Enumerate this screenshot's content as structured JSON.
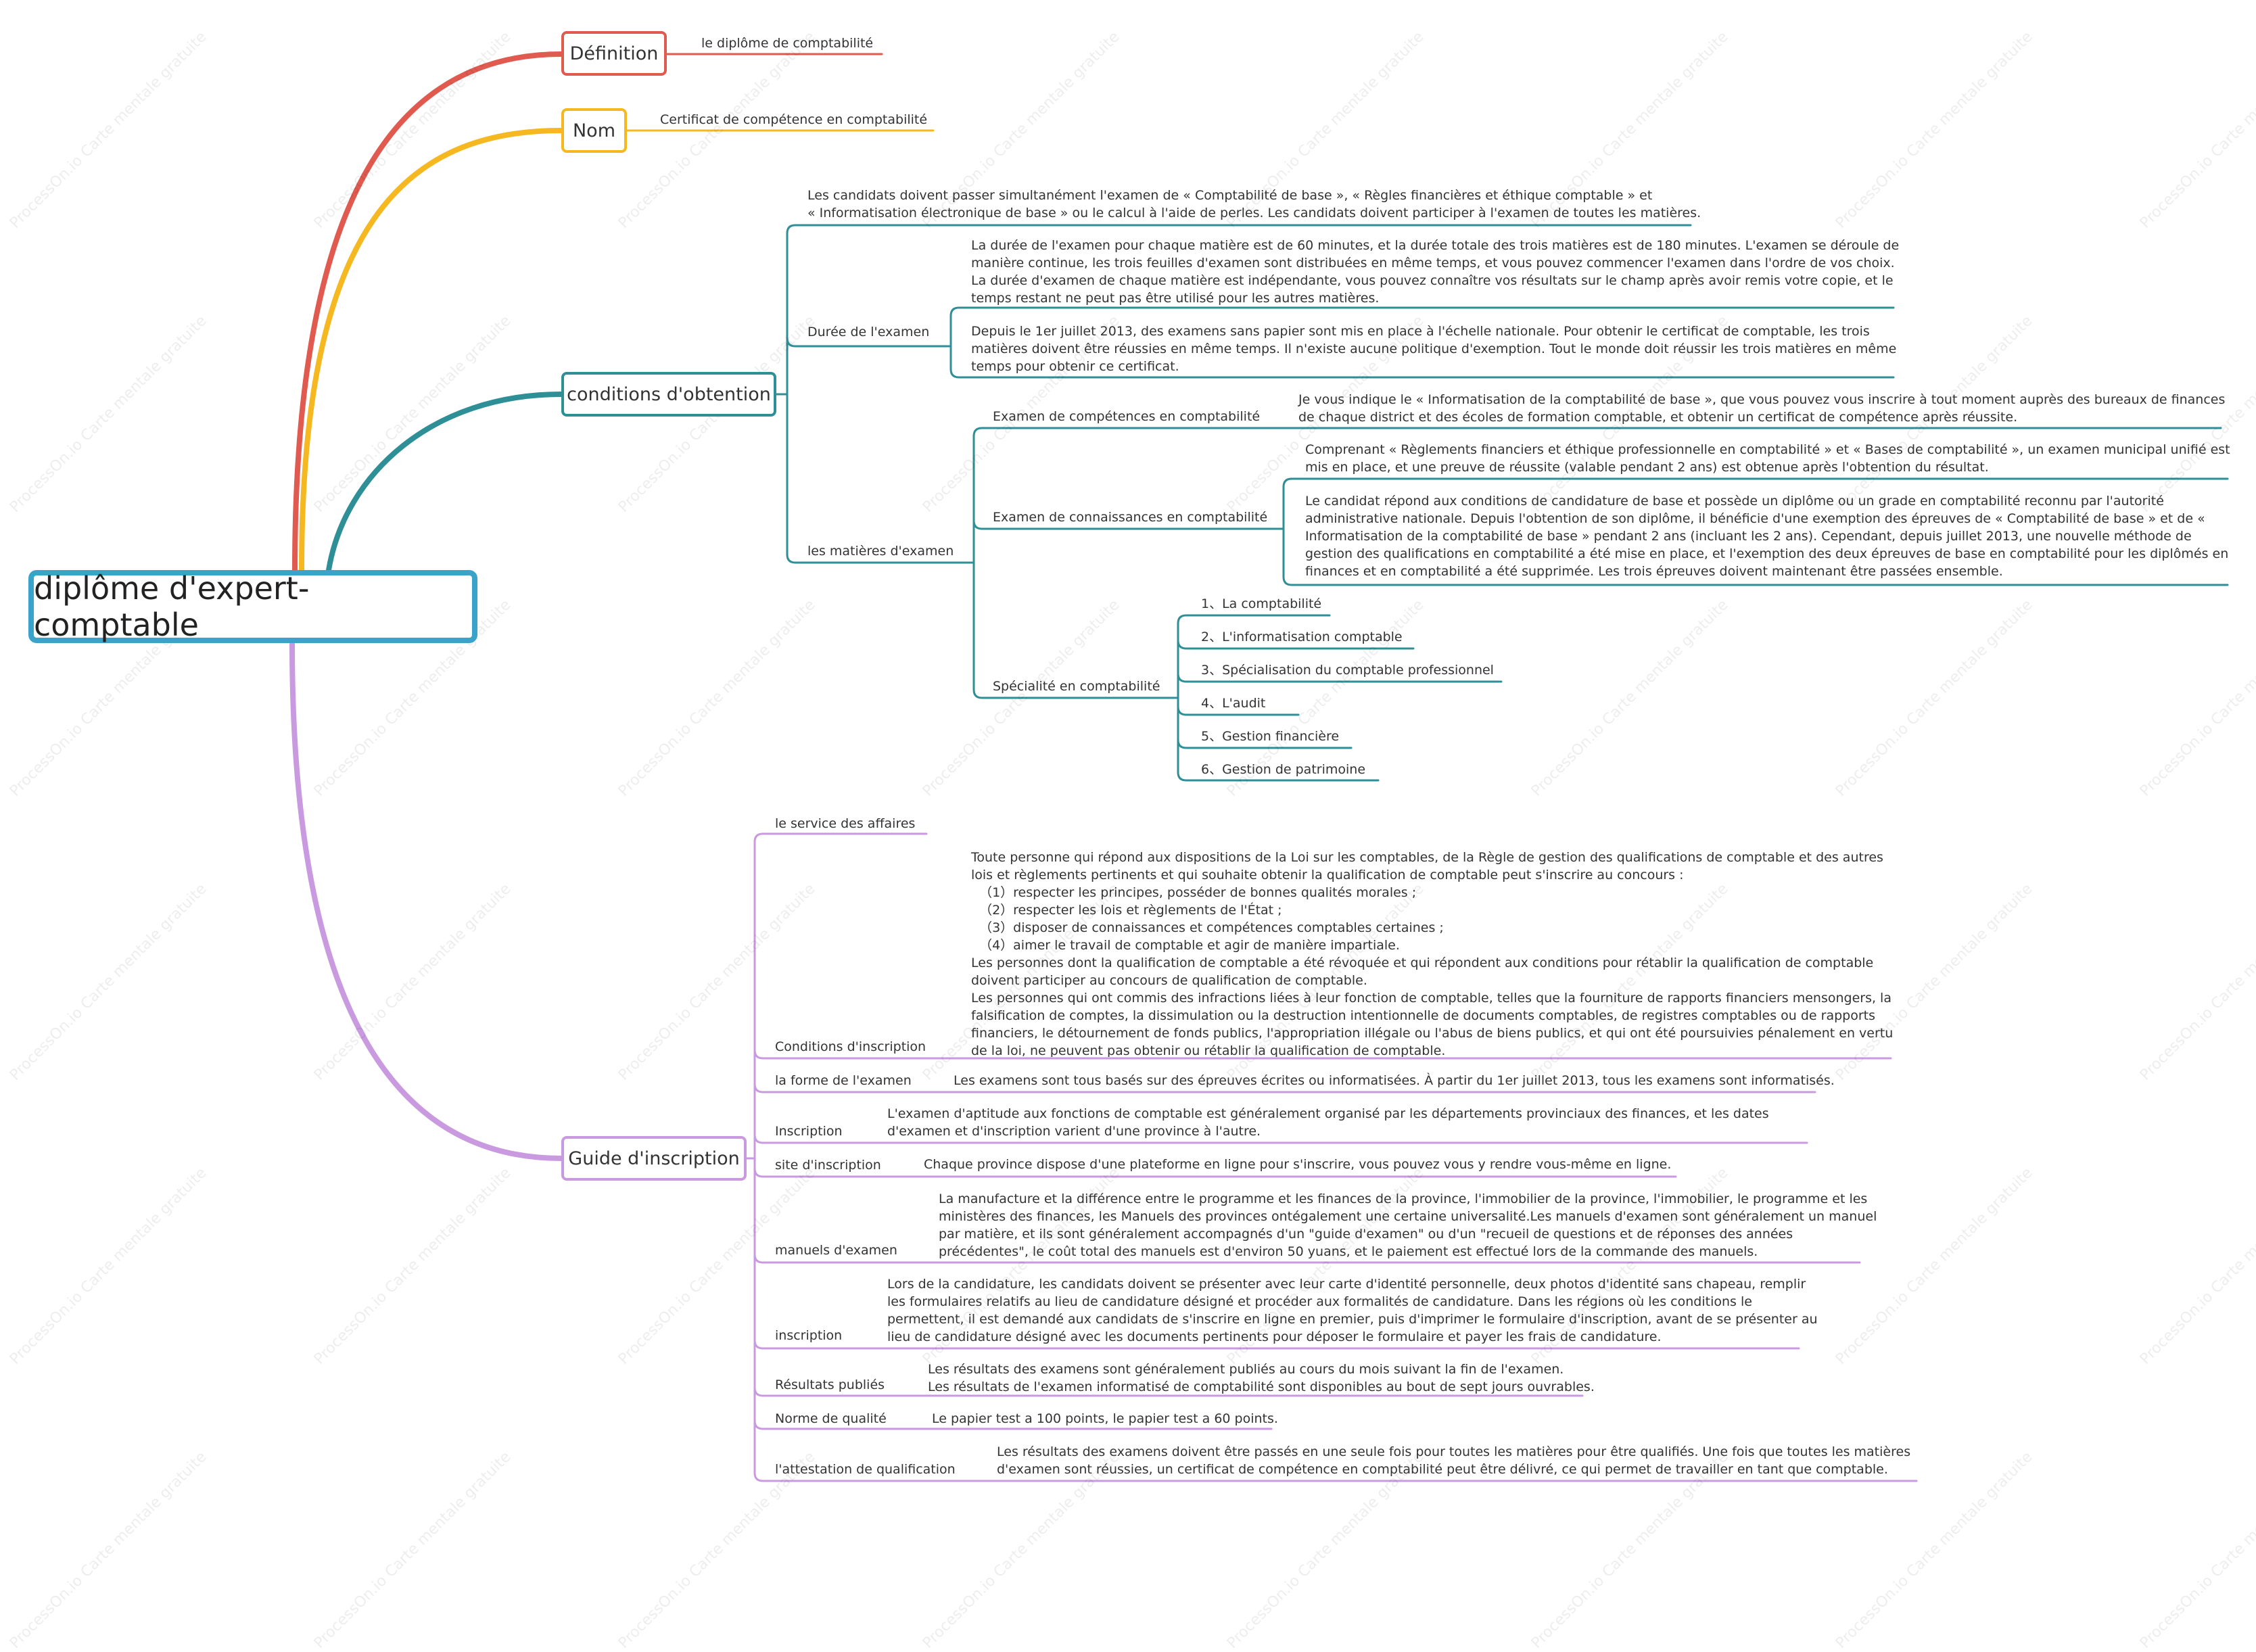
{
  "root": "diplôme d'expert-comptable",
  "watermark": "ProcessOn.io Carte mentale gratuite",
  "colors": {
    "root": "#3aa3c9",
    "definition": "#e05a4f",
    "nom": "#f5b820",
    "conditions": "#2e8f97",
    "guide": "#c99ae0"
  },
  "definition": {
    "label": "Définition",
    "value": "le diplôme de comptabilité"
  },
  "nom": {
    "label": "Nom",
    "value": "Certificat de compétence en comptabilité"
  },
  "conditions": {
    "label": "conditions d'obtention",
    "intro": "Les candidats doivent passer simultanément l'examen de « Comptabilité de base », « Règles financières et éthique comptable » et\n« Informatisation électronique de base » ou le calcul à l'aide de perles. Les candidats doivent participer à l'examen de toutes les matières.",
    "duree": {
      "label": "Durée de l'examen",
      "text1": "La durée de l'examen pour chaque matière est de 60 minutes, et la durée totale des trois matières est de 180 minutes. L'examen se déroule de\nmanière continue, les trois feuilles d'examen sont distribuées en même temps, et vous pouvez commencer l'examen dans l'ordre de vos choix.\nLa durée d'examen de chaque matière est indépendante, vous pouvez connaître vos résultats sur le champ après avoir remis votre copie, et le\ntemps restant ne peut pas être utilisé pour les autres matières.",
      "text2": "Depuis le 1er juillet 2013, des examens sans papier sont mis en place à l'échelle nationale. Pour obtenir le certificat de comptable, les trois\nmatières doivent être réussies en même temps. Il n'existe aucune politique d'exemption. Tout le monde doit réussir les trois matières en même\ntemps pour obtenir ce certificat."
    },
    "matieres": {
      "label": "les matières d'examen",
      "competences": {
        "label": "Examen de compétences en comptabilité",
        "text": "Je vous indique le « Informatisation de la comptabilité de base », que vous pouvez vous inscrire à tout moment auprès des bureaux de finances\nde chaque district et des écoles de formation comptable, et obtenir un certificat de compétence après réussite."
      },
      "connaissances": {
        "label": "Examen de connaissances en comptabilité",
        "text1": "Comprenant « Règlements financiers et éthique professionnelle en comptabilité » et « Bases de comptabilité », un examen municipal unifié est\nmis en place, et une preuve de réussite (valable pendant 2 ans) est obtenue après l'obtention du résultat.",
        "text2": "Le candidat répond aux conditions de candidature de base et possède un diplôme ou un grade en comptabilité reconnu par l'autorité\nadministrative nationale. Depuis l'obtention de son diplôme, il bénéficie d'une exemption des épreuves de « Comptabilité de base » et de «\nInformatisation de la comptabilité de base » pendant 2 ans (incluant les 2 ans). Cependant, depuis juillet 2013, une nouvelle méthode de\ngestion des qualifications en comptabilité a été mise en place, et l'exemption des deux épreuves de base en comptabilité pour les diplômés en\nfinances et en comptabilité a été supprimée. Les trois épreuves doivent maintenant être passées ensemble."
      },
      "specialite": {
        "label": "Spécialité en comptabilité",
        "items": [
          "1、La comptabilité",
          "2、L'informatisation comptable",
          "3、Spécialisation du comptable professionnel",
          "4、L'audit",
          "5、Gestion financière",
          "6、Gestion de patrimoine"
        ]
      }
    }
  },
  "guide": {
    "label": "Guide d'inscription",
    "service": "le service des affaires",
    "conditions_label": "Conditions d'inscription",
    "conditions_text": "Toute personne qui répond aux dispositions de la Loi sur les comptables, de la Règle de gestion des qualifications de comptable et des autres\nlois et règlements pertinents et qui souhaite obtenir la qualification de comptable peut s'inscrire au concours :\n  （1）respecter les principes, posséder de bonnes qualités morales ;\n  （2）respecter les lois et règlements de l'État ;\n  （3）disposer de connaissances et compétences comptables certaines ;\n  （4）aimer le travail de comptable et agir de manière impartiale.\nLes personnes dont la qualification de comptable a été révoquée et qui répondent aux conditions pour rétablir la qualification de comptable\ndoivent participer au concours de qualification de comptable.\nLes personnes qui ont commis des infractions liées à leur fonction de comptable, telles que la fourniture de rapports financiers mensongers, la\nfalsification de comptes, la dissimulation ou la destruction intentionnelle de documents comptables, de registres comptables ou de rapports\nfinanciers, le détournement de fonds publics, l'appropriation illégale ou l'abus de biens publics, et qui ont été poursuivies pénalement en vertu\nde la loi, ne peuvent pas obtenir ou rétablir la qualification de comptable.",
    "forme_label": "la forme de l'examen",
    "forme_text": "Les examens sont tous basés sur des épreuves écrites ou informatisées. À partir du 1er juillet 2013, tous les examens sont informatisés.",
    "inscription1_label": "Inscription",
    "inscription1_text": "L'examen d'aptitude aux fonctions de comptable est généralement organisé par les départements provinciaux des finances, et les dates\nd'examen et d'inscription varient d'une province à l'autre.",
    "site_label": "site d'inscription",
    "site_text": "Chaque province dispose d'une plateforme en ligne pour s'inscrire, vous pouvez vous y rendre vous-même en ligne.",
    "manuels_label": "manuels d'examen",
    "manuels_text": "La manufacture et la différence entre le programme et les finances de la province, l'immobilier de la province, l'immobilier, le programme et les\nministères des finances, les Manuels des provinces ontégalement une certaine universalité.Les manuels d'examen sont généralement un manuel\npar matière, et ils sont généralement accompagnés d'un \"guide d'examen\" ou d'un \"recueil de questions et de réponses des années\nprécédentes\", le coût total des manuels est d'environ 50 yuans, et le paiement est effectué lors de la commande des manuels.",
    "inscription2_label": "inscription",
    "inscription2_text": "Lors de la candidature, les candidats doivent se présenter avec leur carte d'identité personnelle, deux photos d'identité sans chapeau, remplir\nles formulaires relatifs au lieu de candidature désigné et procéder aux formalités de candidature. Dans les régions où les conditions le\npermettent, il est demandé aux candidats de s'inscrire en ligne en premier, puis d'imprimer le formulaire d'inscription, avant de se présenter au\nlieu de candidature désigné avec les documents pertinents pour déposer le formulaire et payer les frais de candidature.",
    "resultats_label": "Résultats publiés",
    "resultats_text": "Les résultats des examens sont généralement publiés au cours du mois suivant la fin de l'examen.\nLes résultats de l'examen informatisé de comptabilité sont disponibles au bout de sept jours ouvrables.",
    "norme_label": "Norme de qualité",
    "norme_text": "Le papier test a 100 points, le papier test a 60 points.",
    "attestation_label": "l'attestation de qualification",
    "attestation_text": "Les résultats des examens doivent être passés en une seule fois pour toutes les matières pour être qualifiés. Une fois que toutes les matières\nd'examen sont réussies, un certificat de compétence en comptabilité peut être délivré, ce qui permet de travailler en tant que comptable."
  }
}
